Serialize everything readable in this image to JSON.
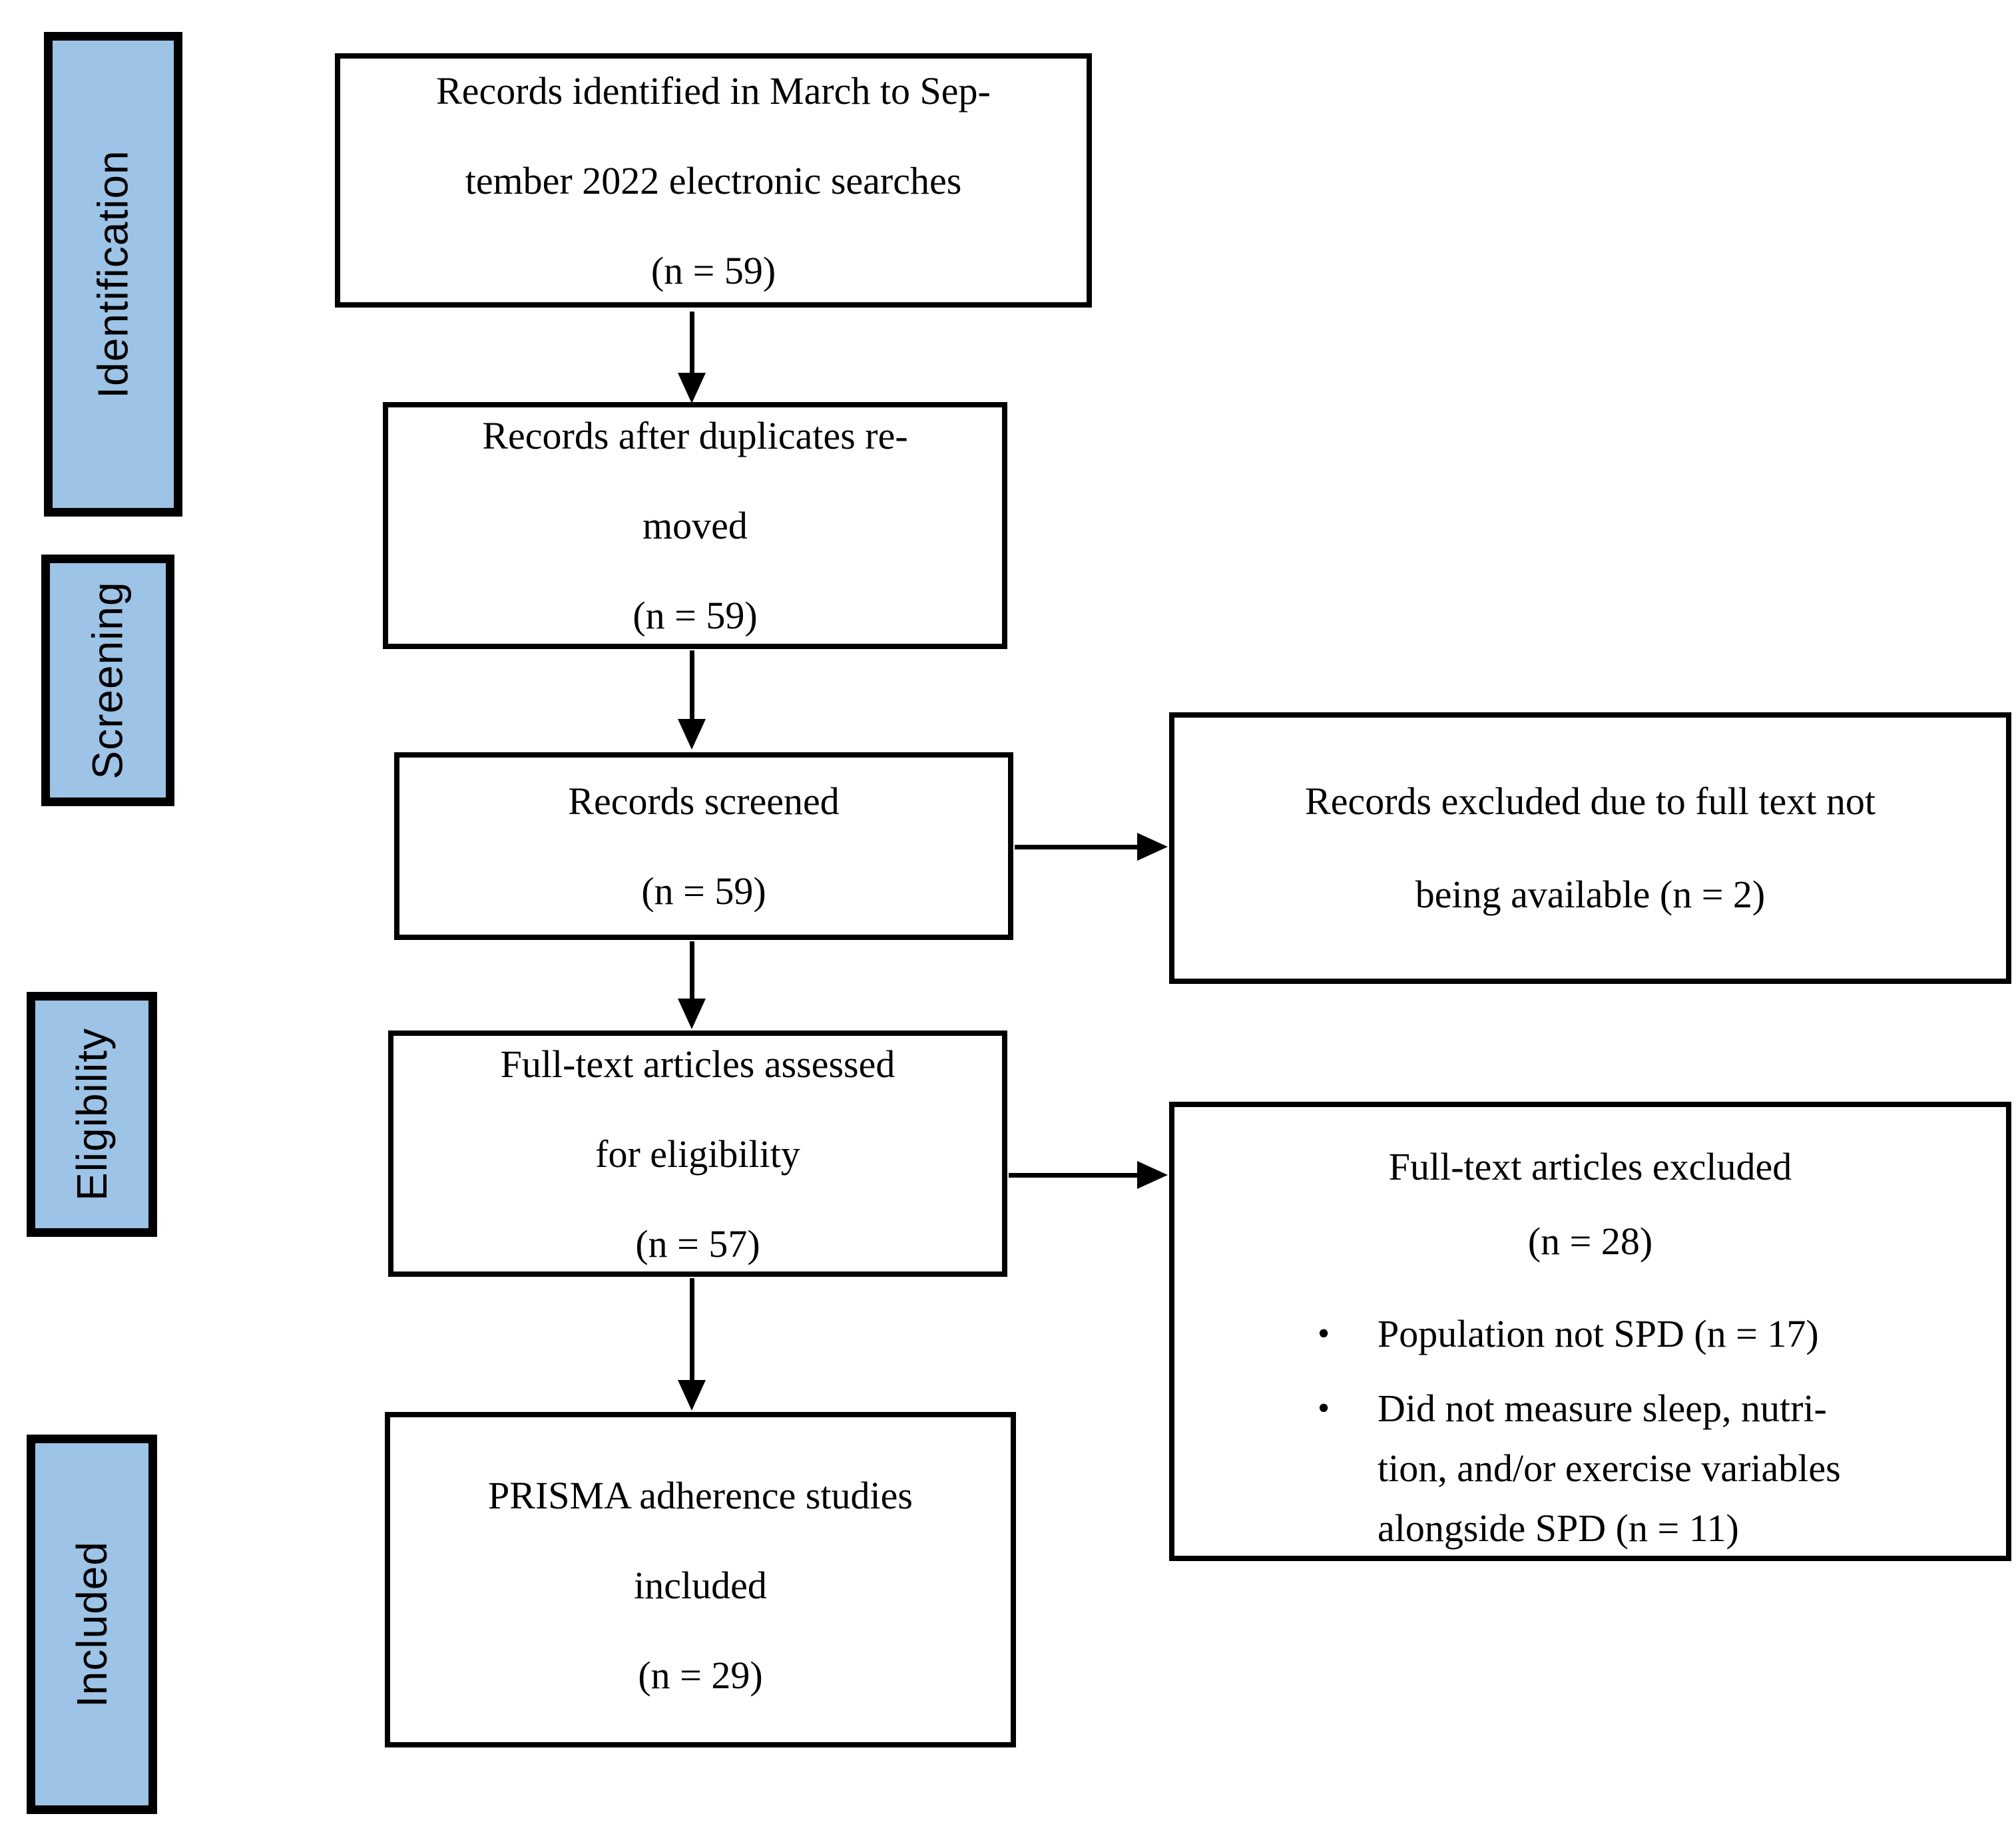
{
  "diagram": {
    "colors": {
      "stage_fill": "#9dc3e6",
      "box_border": "#000000",
      "background": "#ffffff",
      "text": "#000000"
    },
    "stages": [
      {
        "label": "Identification"
      },
      {
        "label": "Screening"
      },
      {
        "label": "Eligibility"
      },
      {
        "label": "Included"
      }
    ],
    "flow": [
      {
        "lines": [
          "Records identified in March to Sep-",
          "tember 2022 electronic searches",
          "(n = 59)"
        ]
      },
      {
        "lines": [
          "Records after duplicates re-",
          "moved",
          "(n = 59)"
        ]
      },
      {
        "lines": [
          "Records screened",
          "(n = 59)"
        ]
      },
      {
        "lines": [
          "Full-text articles assessed",
          "for eligibility",
          "(n = 57)"
        ]
      },
      {
        "lines": [
          "PRISMA adherence studies",
          "included",
          "(n = 29)"
        ]
      }
    ],
    "exclusions": [
      {
        "lines": [
          "Records excluded due to full text not",
          "being available (n = 2)"
        ]
      },
      {
        "heading": [
          "Full-text articles excluded",
          "(n = 28)"
        ],
        "bullet_char": "•",
        "bullets": [
          {
            "lines": [
              "Population not SPD (n = 17)"
            ]
          },
          {
            "lines": [
              "Did not measure sleep, nutri-",
              "tion, and/or exercise variables",
              "alongside SPD (n = 11)"
            ]
          }
        ]
      }
    ]
  }
}
